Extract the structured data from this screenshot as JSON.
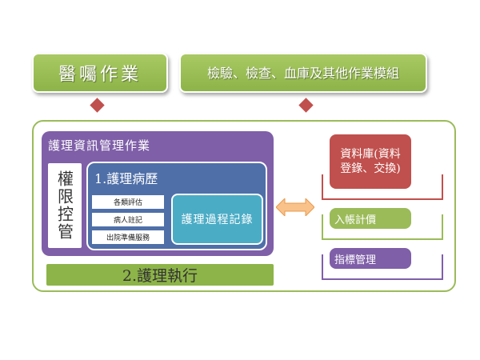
{
  "top_left": {
    "label": "醫囑作業"
  },
  "top_right": {
    "label": "檢驗、檢查、血庫及其他作業模組"
  },
  "main": {
    "title": "護理資訊管理作業",
    "permission": "權限控管",
    "record": {
      "title": "1.護理病歷",
      "items": [
        "各類評估",
        "病人註記",
        "出院準備服務"
      ],
      "process": "護理過程記錄"
    },
    "execution": "2.護理執行"
  },
  "right": {
    "database": "資料庫(資料登錄、交換)",
    "billing": "入帳計價",
    "indicator": "指標管理"
  },
  "colors": {
    "green": "#9bbb59",
    "purple": "#7f5fa8",
    "red": "#c0504d",
    "teal": "#4bacc6",
    "blue": "#4f6fa8"
  }
}
